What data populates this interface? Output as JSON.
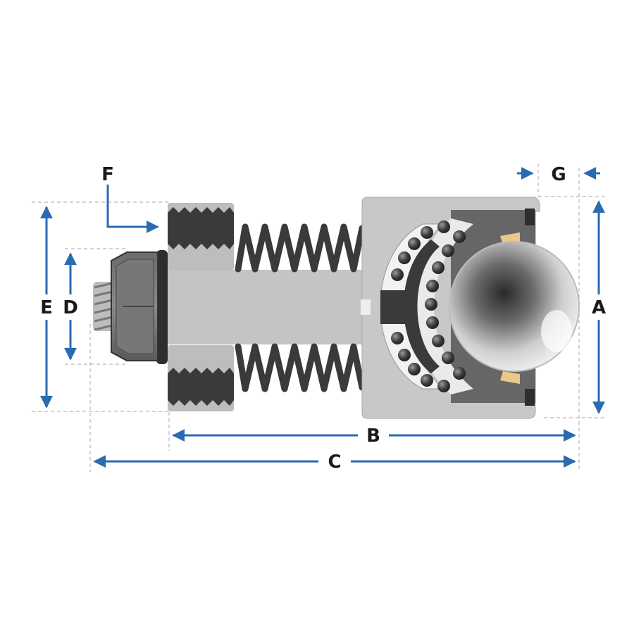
{
  "labels": {
    "A": "A",
    "B": "B",
    "C": "C",
    "D": "D",
    "E": "E",
    "F": "F",
    "G": "G"
  },
  "colors": {
    "dimension_arrow": "#2a6bb0",
    "guide_line": "#b8b8b8",
    "housing": "#c8c8c8",
    "dark_part": "#4a4a4a",
    "spring": "#3a3a3a",
    "seal_accent": "#e8c98a"
  }
}
